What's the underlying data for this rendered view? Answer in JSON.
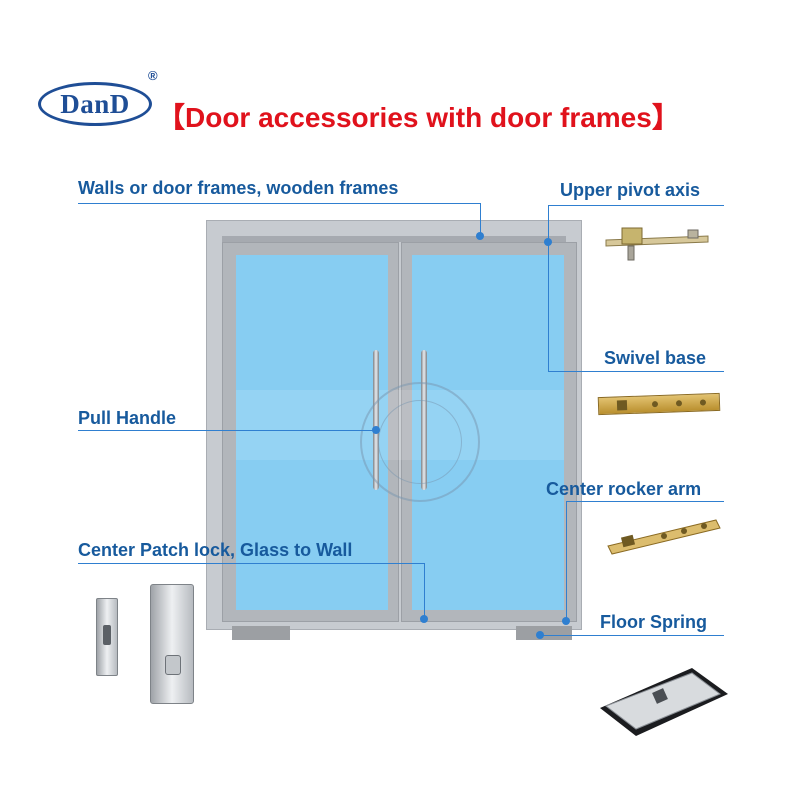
{
  "header": {
    "logo_text": "DanD",
    "registered_mark": "®",
    "title": "【Door accessories with door frames】"
  },
  "labels": {
    "walls": "Walls or door frames, wooden frames",
    "upper_pivot": "Upper pivot axis",
    "swivel_base": "Swivel base",
    "pull_handle": "Pull Handle",
    "center_rocker": "Center rocker arm",
    "patch_lock": "Center Patch lock, Glass to Wall",
    "floor_spring": "Floor Spring"
  },
  "colors": {
    "title_red": "#e0121c",
    "label_blue": "#175a9d",
    "leader_blue": "#2f7fd0",
    "glass_blue": "#87cdf2",
    "brand_blue": "#1f4e96"
  },
  "icons": [
    "upper-pivot-icon",
    "swivel-base-icon",
    "rocker-arm-icon",
    "patch-lock-icon",
    "floor-spring-icon",
    "watermark-stamp"
  ]
}
